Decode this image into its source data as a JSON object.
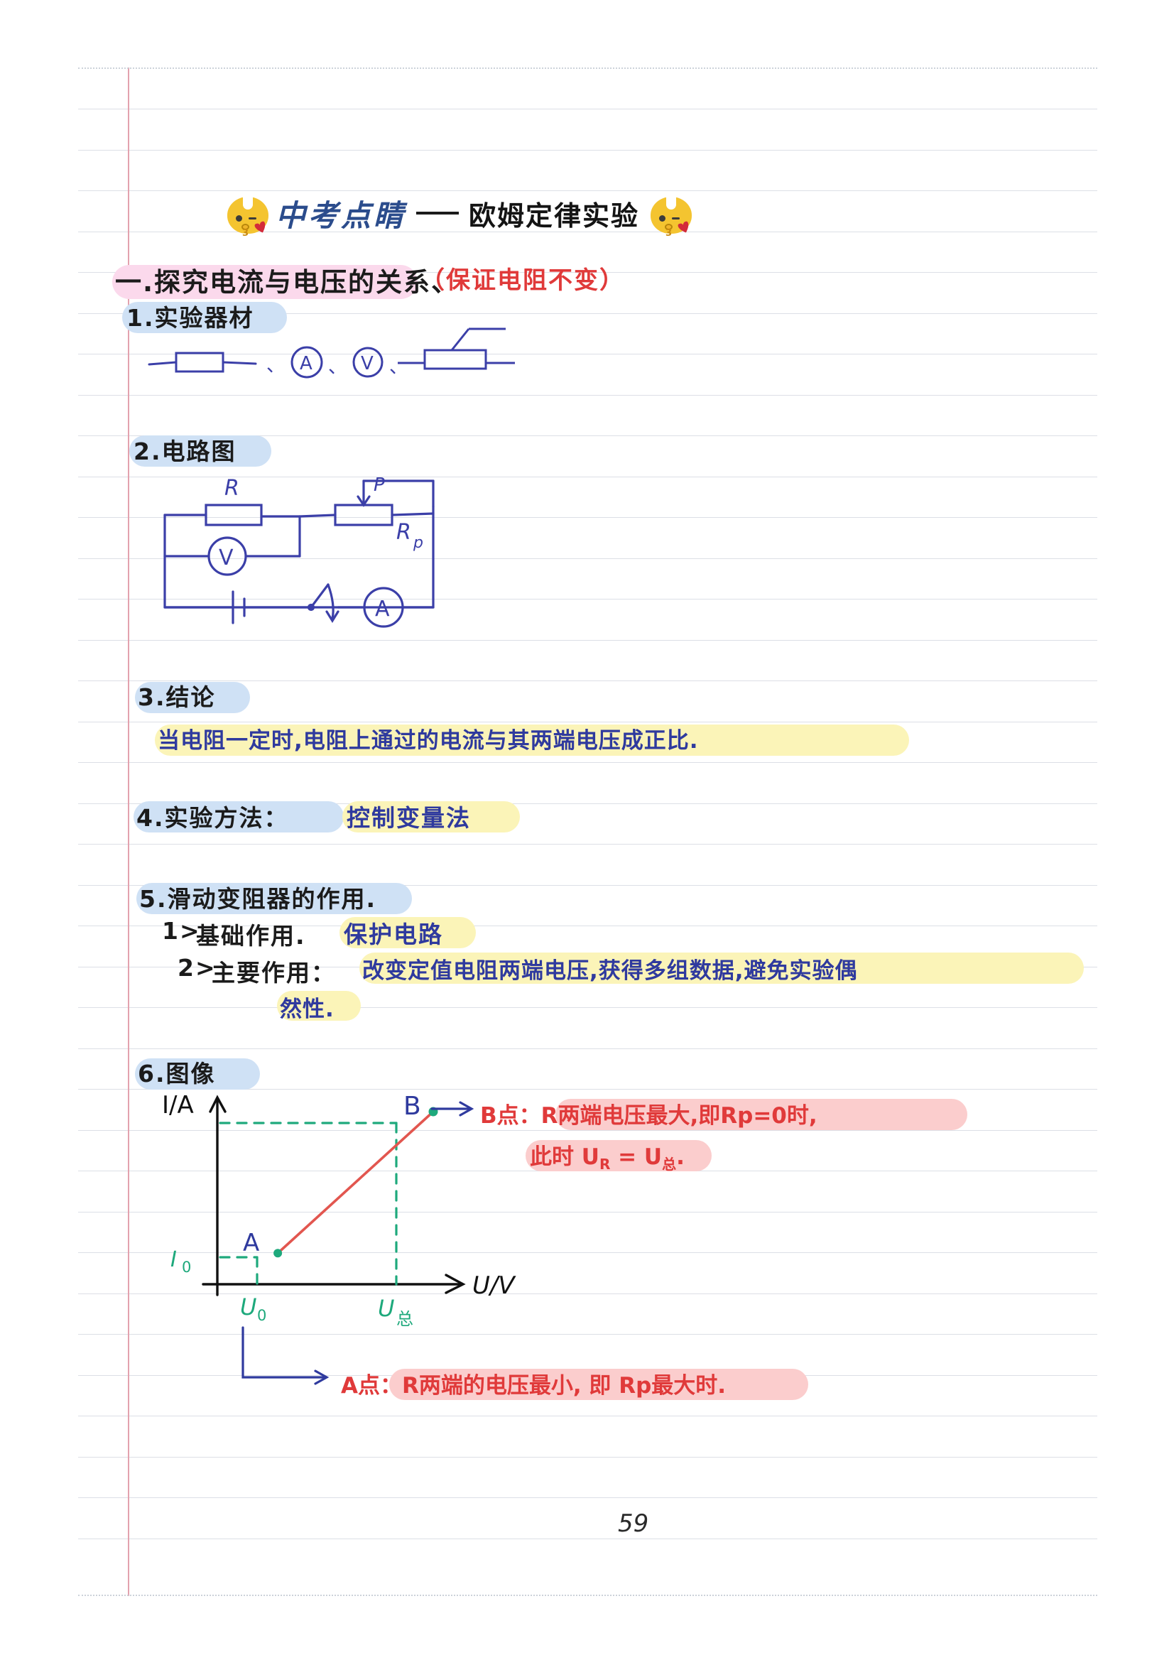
{
  "page": {
    "number": "59",
    "title": {
      "cn_script": "中考点睛",
      "dash": "——",
      "topic": "欧姆定律实验",
      "left_icon": "rabbit-kiss-emoji",
      "right_icon": "rabbit-kiss-emoji"
    }
  },
  "sections": {
    "s1": {
      "heading": "一.探究电流与电压的关系、",
      "note": "（保证电阻不变）",
      "sub1": {
        "label": "1.实验器材",
        "items": [
          "resistor-symbol",
          "、",
          "ammeter-symbol",
          "、",
          "voltmeter-symbol",
          "、",
          "rheostat-symbol"
        ],
        "ammeter_letter": "A",
        "voltmeter_letter": "V"
      },
      "sub2": {
        "label": "2.电路图",
        "circuit_labels": {
          "resistor": "R",
          "slider": "P",
          "rheostat": "Rp",
          "voltmeter": "V",
          "ammeter": "A"
        }
      },
      "sub3": {
        "label": "3.结论",
        "text": "当电阻一定时,电阻上通过的电流与其两端电压成正比."
      },
      "sub4": {
        "label": "4.实验方法：",
        "value": "控制变量法"
      },
      "sub5": {
        "label": "5.滑动变阻器的作用.",
        "items": [
          {
            "marker": "1>",
            "label": "基础作用.",
            "value": "保护电路"
          },
          {
            "marker": "2>",
            "label": "主要作用：",
            "value_line1": "改变定值电阻两端电压,获得多组数据,避免实验偶",
            "value_line2": "然性."
          }
        ]
      },
      "sub6": {
        "label": "6.图像",
        "annotation_b_line1": "B点：R两端电压最大,即Rp=0时,",
        "annotation_b_line2": "此时 U",
        "annotation_b_sub1": "R",
        "annotation_b_eq": " = U",
        "annotation_b_sub2": "总",
        "annotation_b_end": ".",
        "annotation_a": "A点：R两端的电压最小, 即 Rp最大时."
      }
    }
  },
  "chart_data": {
    "type": "line",
    "title": "I-U 图像",
    "xlabel": "U/V",
    "ylabel": "I/A",
    "x": [
      0.28,
      1.0
    ],
    "y": [
      0.18,
      1.0
    ],
    "point_labels": [
      "A",
      "B"
    ],
    "tick_labels_x": [
      "U₀",
      "U总"
    ],
    "tick_labels_y": [
      "I₀"
    ],
    "x_tick_sub": [
      "0",
      "总"
    ],
    "y_tick_sub": [
      "0"
    ],
    "line_color": "#e2564f",
    "guide_color": "#1ea97c",
    "grid": false,
    "legend": "none",
    "arrow_label": "B →"
  },
  "colors": {
    "ink_black": "#1b1b1b",
    "ink_blue": "#2f3a9e",
    "ink_red": "#e03a3a",
    "ink_green": "#1ea97c",
    "highlight_pink": "#fbd9ec",
    "highlight_blue": "#cfe1f5",
    "highlight_yellow": "#fbf4b8",
    "highlight_red": "#fbcdcd",
    "rule_line": "#dcdfe6",
    "margin_line": "#e3a2ae"
  }
}
